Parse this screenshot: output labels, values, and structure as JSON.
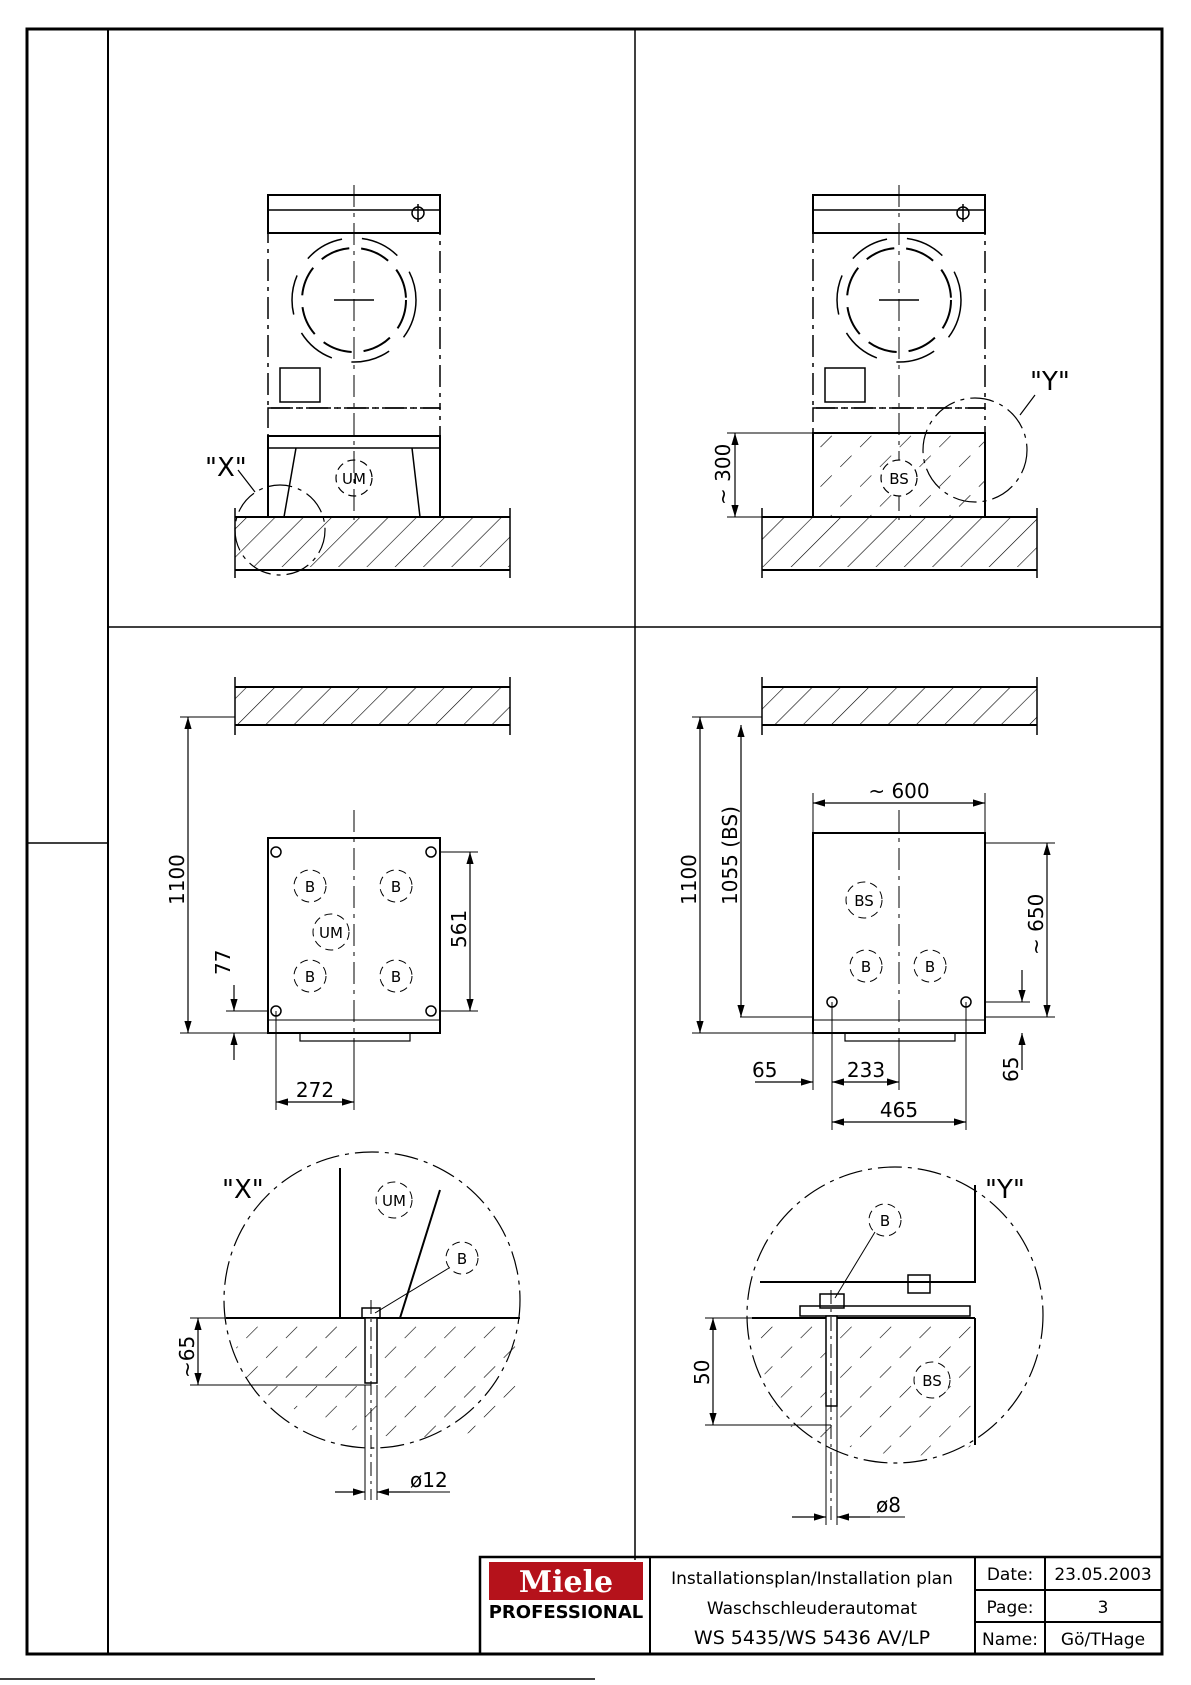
{
  "title_block": {
    "logo": "Miele",
    "professional": "PROFESSIONAL",
    "plan_title": "Installationsplan/Installation plan",
    "product": "Waschschleuderautomat",
    "model": "WS 5435/WS 5436 AV/LP",
    "date_label": "Date:",
    "date_value": "23.05.2003",
    "page_label": "Page:",
    "page_value": "3",
    "name_label": "Name:",
    "name_value": "Gö/THage"
  },
  "views": {
    "front_left": {
      "detail_label": "\"X\"",
      "base_tag": "UM"
    },
    "front_right": {
      "detail_label": "\"Y\"",
      "base_tag": "BS",
      "height_dim": "~ 300"
    },
    "plan_left": {
      "wall_dim": "1100",
      "depth_dim": "561",
      "edge_dim": "77",
      "width_dim": "272",
      "bolt_tag": "B",
      "base_tag": "UM"
    },
    "plan_right": {
      "wall_dim": "1100",
      "wall_dim_bs": "1055 (BS)",
      "width_dim": "~ 600",
      "depth_dim": "~ 650",
      "edge_dim_right": "65",
      "edge_dim_left": "65",
      "bolt_dim": "233",
      "bolt_span": "465",
      "bolt_tag": "B",
      "base_tag": "BS"
    },
    "detail_x": {
      "label": "\"X\"",
      "depth": "~65",
      "diameter": "ø12",
      "base_tag": "UM",
      "bolt_tag": "B"
    },
    "detail_y": {
      "label": "\"Y\"",
      "depth": "50",
      "diameter": "ø8",
      "base_tag": "BS",
      "bolt_tag": "B"
    }
  }
}
